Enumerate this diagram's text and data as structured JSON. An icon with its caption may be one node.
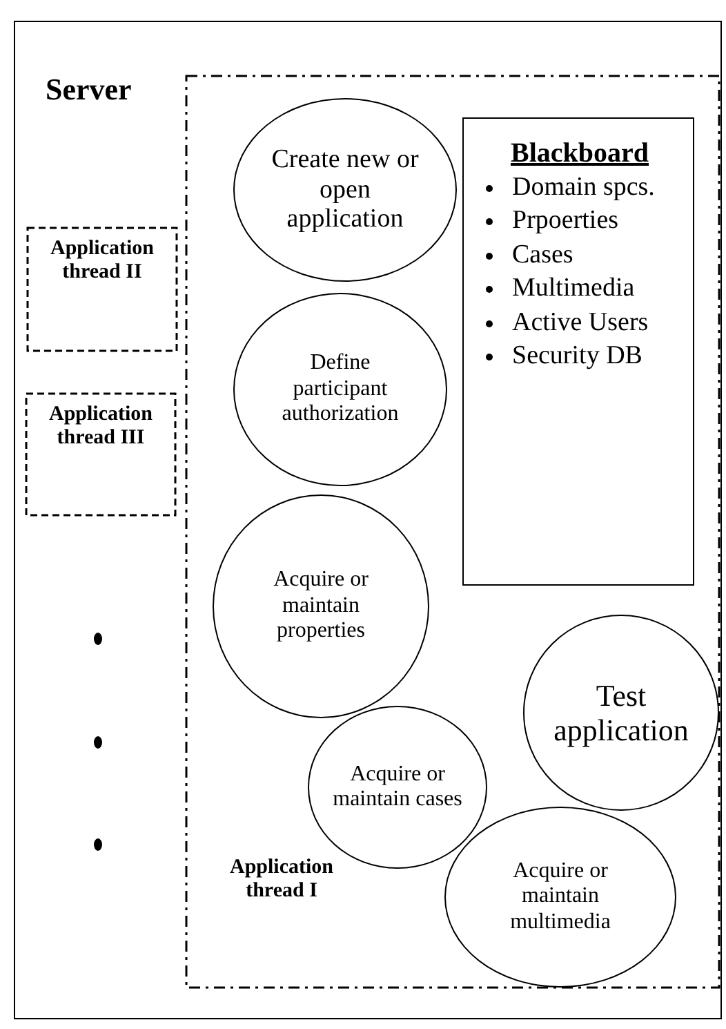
{
  "diagram": {
    "nodes": [
      {
        "text": [
          "Server"
        ]
      },
      {
        "text": [
          "Application thread I"
        ],
        "in": 0
      },
      {
        "text": [
          "Create new or open application"
        ],
        "in": 1
      },
      {
        "text": [
          "Blackboard",
          "Domain spcs.",
          "Prpoerties",
          "Cases",
          "Multimedia",
          "Active Users",
          "Security DB"
        ],
        "in": 1
      },
      {
        "text": [
          "Define participant authorization"
        ],
        "in": 1
      },
      {
        "text": [
          "Application thread II"
        ],
        "in": 0
      },
      {
        "text": [
          "Application thread III"
        ],
        "in": 0
      },
      {
        "text": [
          "Acquire or maintain properties"
        ],
        "in": 1
      },
      {
        "text": [
          "Test application"
        ],
        "in": 1
      },
      {
        "text": [
          "Acquire or maintain cases"
        ],
        "in": 1
      },
      {
        "text": [
          "Acquire or maintain multimedia"
        ],
        "in": 1
      }
    ],
    "edges": []
  }
}
